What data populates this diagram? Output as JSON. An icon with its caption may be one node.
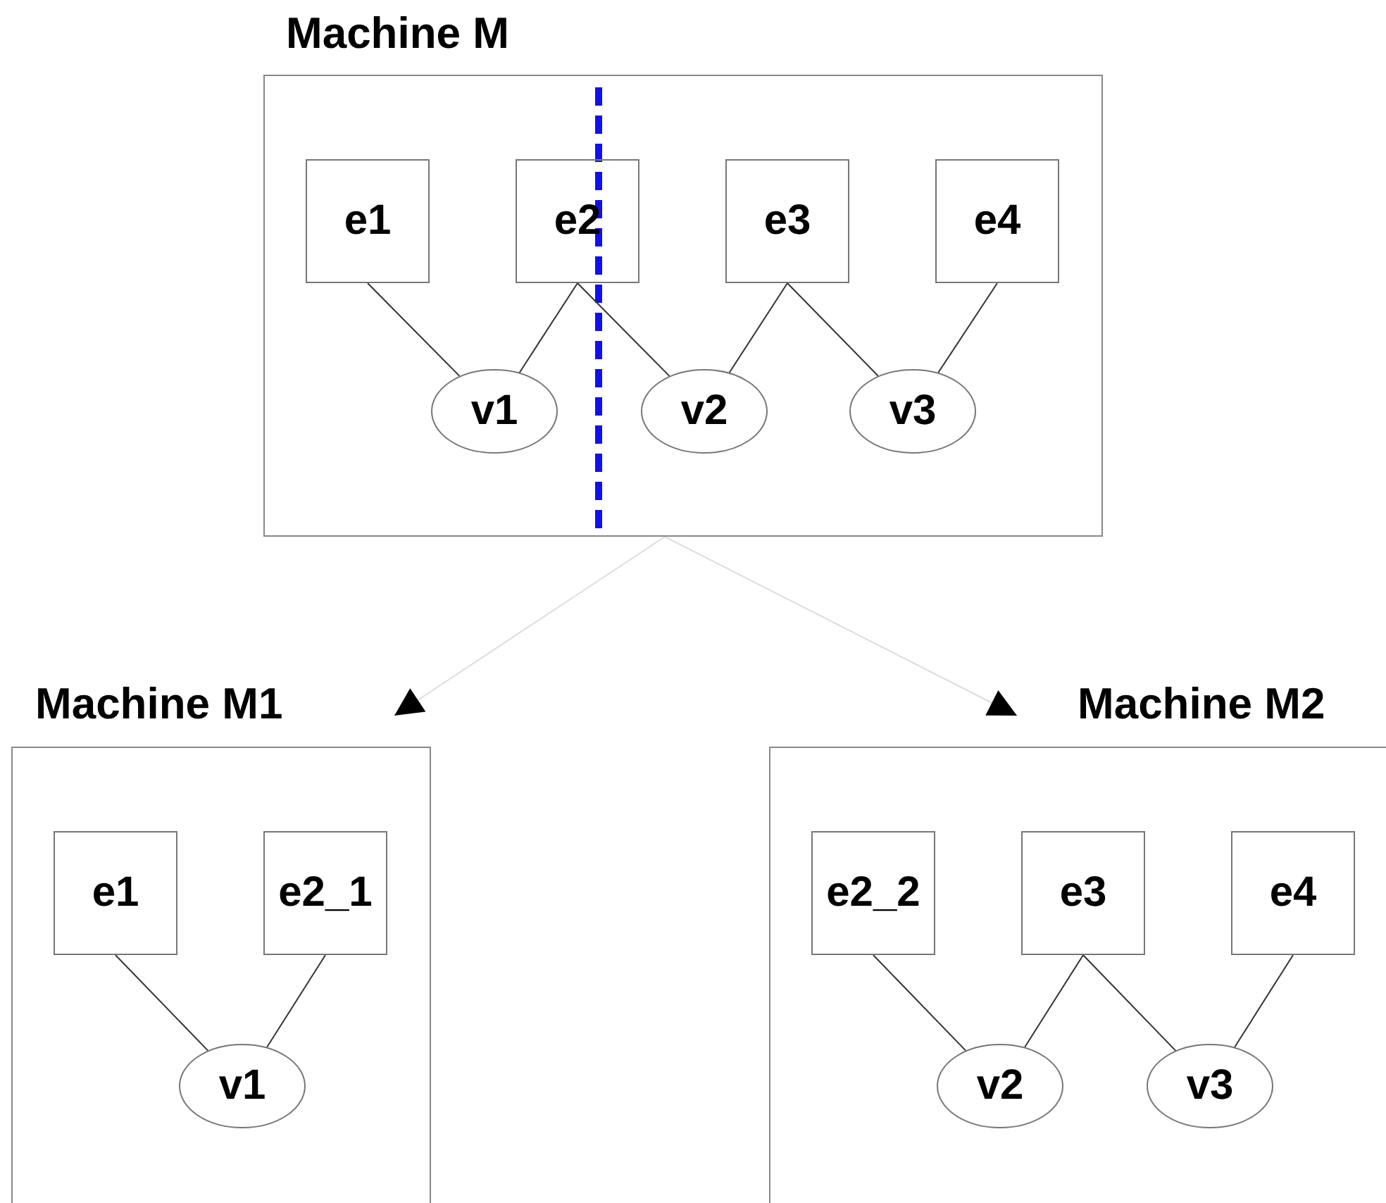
{
  "diagram": {
    "nodes": [
      {
        "text": [
          "Machine M"
        ]
      },
      {
        "text": [
          "e1"
        ],
        "in": 0
      },
      {
        "text": [
          "e2"
        ],
        "in": 0
      },
      {
        "text": [
          "e3"
        ],
        "in": 0
      },
      {
        "text": [
          "e4"
        ],
        "in": 0
      },
      {
        "text": [
          "v1"
        ],
        "in": 0
      },
      {
        "text": [
          "v2"
        ],
        "in": 0
      },
      {
        "text": [
          "v3"
        ],
        "in": 0
      },
      {
        "text": [
          "Machine M1"
        ]
      },
      {
        "text": [
          "e1"
        ],
        "in": 8
      },
      {
        "text": [
          "e2_1"
        ],
        "in": 8
      },
      {
        "text": [
          "v1"
        ],
        "in": 8
      },
      {
        "text": [
          "Machine M2"
        ]
      },
      {
        "text": [
          "e2_2"
        ],
        "in": 12
      },
      {
        "text": [
          "e3"
        ],
        "in": 12
      },
      {
        "text": [
          "e4"
        ],
        "in": 12
      },
      {
        "text": [
          "v2"
        ],
        "in": 12
      },
      {
        "text": [
          "v3"
        ],
        "in": 12
      }
    ],
    "edges": [
      {
        "from": 1,
        "to": 5,
        "arrow": "none"
      },
      {
        "from": 2,
        "to": 5,
        "arrow": "none"
      },
      {
        "from": 2,
        "to": 6,
        "arrow": "none"
      },
      {
        "from": 3,
        "to": 6,
        "arrow": "none"
      },
      {
        "from": 3,
        "to": 7,
        "arrow": "none"
      },
      {
        "from": 4,
        "to": 7,
        "arrow": "none"
      },
      {
        "from": 0,
        "to": 8,
        "arrow": "to",
        "color": "#dddddd"
      },
      {
        "from": 0,
        "to": 12,
        "arrow": "to",
        "color": "#dddddd"
      },
      {
        "from": 9,
        "to": 11,
        "arrow": "none"
      },
      {
        "from": 10,
        "to": 11,
        "arrow": "none"
      },
      {
        "from": 13,
        "to": 16,
        "arrow": "none"
      },
      {
        "from": 14,
        "to": 16,
        "arrow": "none"
      },
      {
        "from": 14,
        "to": 17,
        "arrow": "none"
      },
      {
        "from": 15,
        "to": 17,
        "arrow": "none"
      }
    ]
  }
}
